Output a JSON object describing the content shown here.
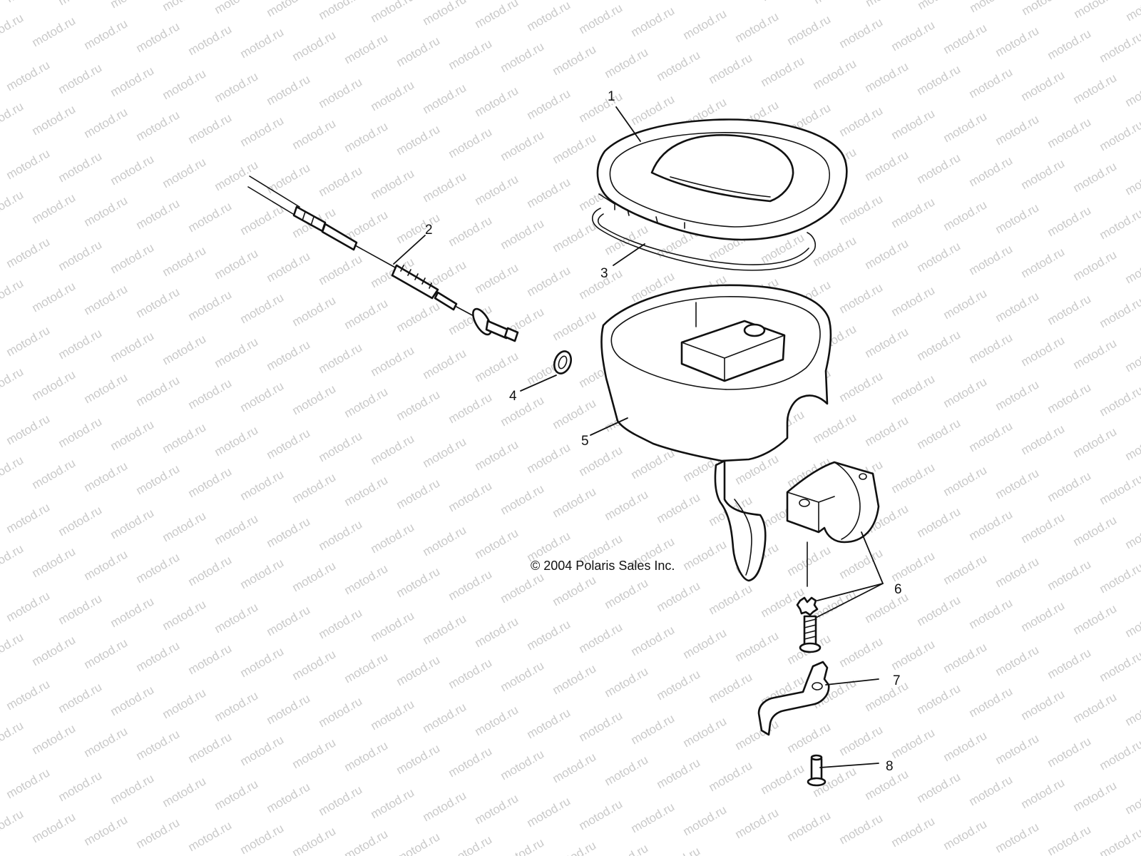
{
  "watermark": {
    "text": "motod.ru"
  },
  "copyright": "© 2004 Polaris Sales Inc.",
  "callouts": [
    {
      "number": "1"
    },
    {
      "number": "2"
    },
    {
      "number": "3"
    },
    {
      "number": "4"
    },
    {
      "number": "5"
    },
    {
      "number": "6"
    },
    {
      "number": "7"
    },
    {
      "number": "8"
    }
  ],
  "colors": {
    "line": "#111111",
    "background": "#ffffff",
    "watermark": "#c9c9c9"
  }
}
